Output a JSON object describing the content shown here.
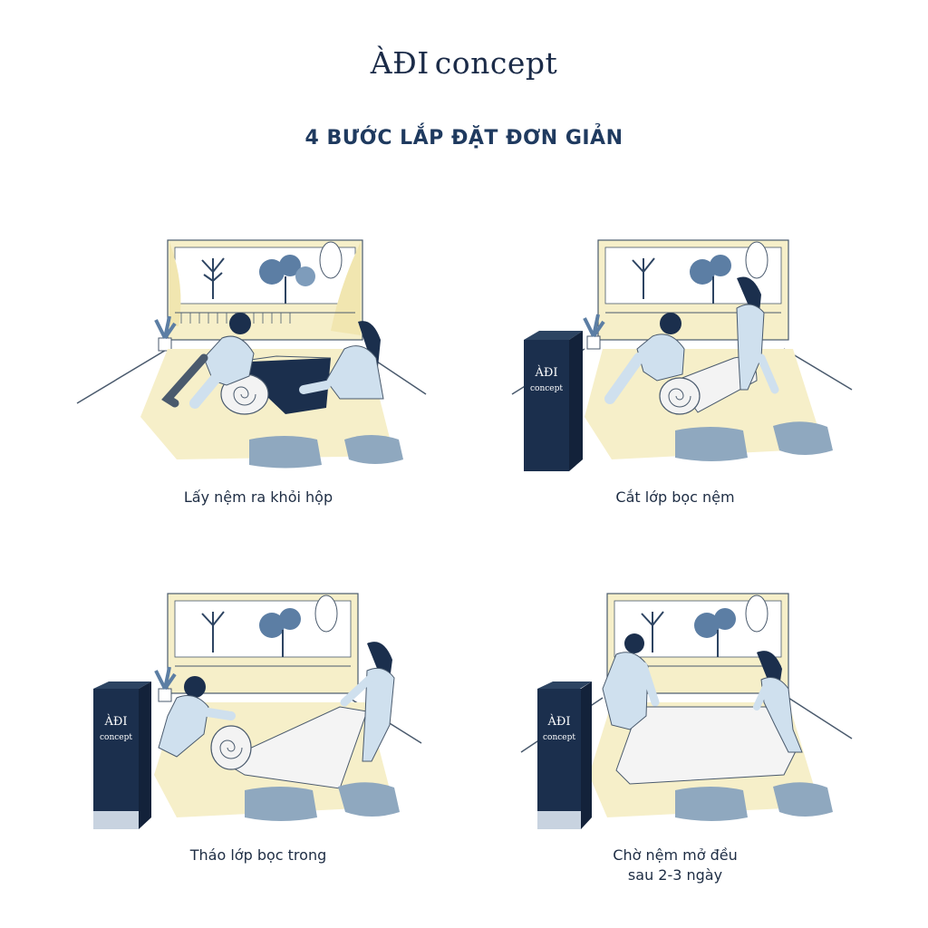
{
  "brand": {
    "mark": "ÀĐI",
    "name": "concept"
  },
  "headline": "4 BƯỚC LẮP ĐẶT ĐƠN GIẢN",
  "box_label": {
    "mark": "ÀĐI",
    "name": "concept"
  },
  "steps": [
    {
      "caption_line1": "Lấy nệm ra khỏi hộp",
      "caption_line2": ""
    },
    {
      "caption_line1": "Cắt lớp bọc nệm",
      "caption_line2": ""
    },
    {
      "caption_line1": "Tháo lớp bọc trong",
      "caption_line2": ""
    },
    {
      "caption_line1": "Chờ nệm mở đều",
      "caption_line2": "sau 2-3 ngày"
    }
  ],
  "colors": {
    "navy": "#1b2f4d",
    "rug": "#f6efc9",
    "pajama": "#cfe0ee",
    "pillow": "#8fa8bf",
    "plant": "#5c7ea4",
    "line": "#4a5a6d"
  },
  "icons": [
    "window-illustration",
    "tree-illustration",
    "person-illustration",
    "mattress-roll-illustration",
    "mattress-box-illustration",
    "pillow-illustration",
    "plant-illustration"
  ]
}
